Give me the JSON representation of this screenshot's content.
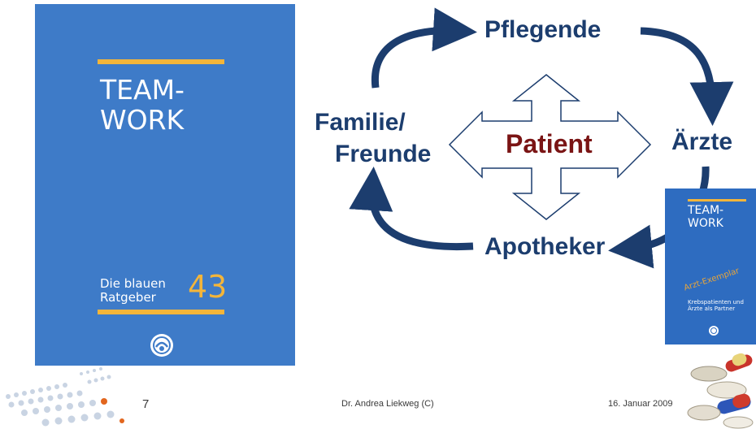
{
  "book_large": {
    "title_line1": "TEAM-",
    "title_line2": "WORK",
    "subtitle_line1": "Die blauen",
    "subtitle_line2": "Ratgeber",
    "number": "43"
  },
  "diagram": {
    "top": "Pflegende",
    "right": "Ärzte",
    "bottom": "Apotheker",
    "left_line1": "Familie/",
    "left_line2": "Freunde",
    "center": "Patient"
  },
  "book_small": {
    "title_line1": "TEAM-",
    "title_line2": "WORK",
    "stamp": "Arzt-Exemplar",
    "subtitle_line1": "Krebspatienten und",
    "subtitle_line2": "Ärzte als Partner"
  },
  "footer": {
    "page_number": "7",
    "author": "Dr. Andrea Liekweg (C)",
    "date": "16. Januar 2009"
  },
  "colors": {
    "book_blue": "#3e7bc8",
    "accent_yellow": "#f3b53a",
    "arrow_navy": "#1c3d6e",
    "patient_red": "#7a1414"
  },
  "icons": [
    "emblem-icon",
    "pills-icon",
    "dots-logo-icon"
  ]
}
